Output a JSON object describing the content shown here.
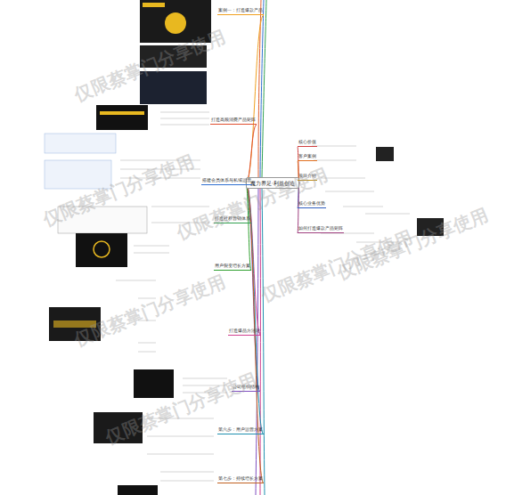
{
  "diagram": {
    "nodes": [
      {
        "text": [
          "魔力养足·利益创造"
        ]
      },
      {
        "text": [
          "案例一：打造爆款产品"
        ]
      },
      {
        "text": [
          "打造高频消费产品矩阵"
        ]
      },
      {
        "text": [
          "搭建会员体系与私域运营"
        ]
      },
      {
        "text": [
          "打造社群营销体系"
        ]
      },
      {
        "text": [
          "用户裂变增长方案"
        ]
      },
      {
        "text": [
          "打造爆品方法论"
        ]
      },
      {
        "text": [
          "公司组织结构"
        ]
      },
      {
        "text": [
          "第六步：用户运营方案"
        ]
      },
      {
        "text": [
          "第七步：持续增长方案"
        ]
      },
      {
        "text": [
          "核心价值"
        ]
      },
      {
        "text": [
          "客户案例"
        ]
      },
      {
        "text": [
          "项目介绍"
        ]
      },
      {
        "text": [
          "核心业务优势"
        ]
      },
      {
        "text": [
          "如何打造爆款产品矩阵"
        ]
      }
    ],
    "edges": [
      {
        "from": 0,
        "to": 1,
        "arrow": "none"
      },
      {
        "from": 0,
        "to": 2,
        "arrow": "none"
      },
      {
        "from": 0,
        "to": 3,
        "arrow": "none"
      },
      {
        "from": 0,
        "to": 4,
        "arrow": "none"
      },
      {
        "from": 0,
        "to": 5,
        "arrow": "none"
      },
      {
        "from": 0,
        "to": 6,
        "arrow": "none"
      },
      {
        "from": 0,
        "to": 7,
        "arrow": "none"
      },
      {
        "from": 0,
        "to": 8,
        "arrow": "none"
      },
      {
        "from": 0,
        "to": 9,
        "arrow": "none"
      },
      {
        "from": 0,
        "to": 10,
        "arrow": "none"
      },
      {
        "from": 0,
        "to": 11,
        "arrow": "none"
      },
      {
        "from": 0,
        "to": 12,
        "arrow": "none"
      },
      {
        "from": 0,
        "to": 13,
        "arrow": "none"
      },
      {
        "from": 0,
        "to": 14,
        "arrow": "none"
      }
    ],
    "labels": [
      "仅限蔡掌门分享使用",
      "仅限蔡掌门分享使用",
      "仅限蔡掌门分享使用",
      "仅限蔡掌门分享使用",
      "仅限蔡掌门分享使用",
      "仅限蔡掌门分享使用",
      "仅限蔡掌门分享使用"
    ]
  }
}
